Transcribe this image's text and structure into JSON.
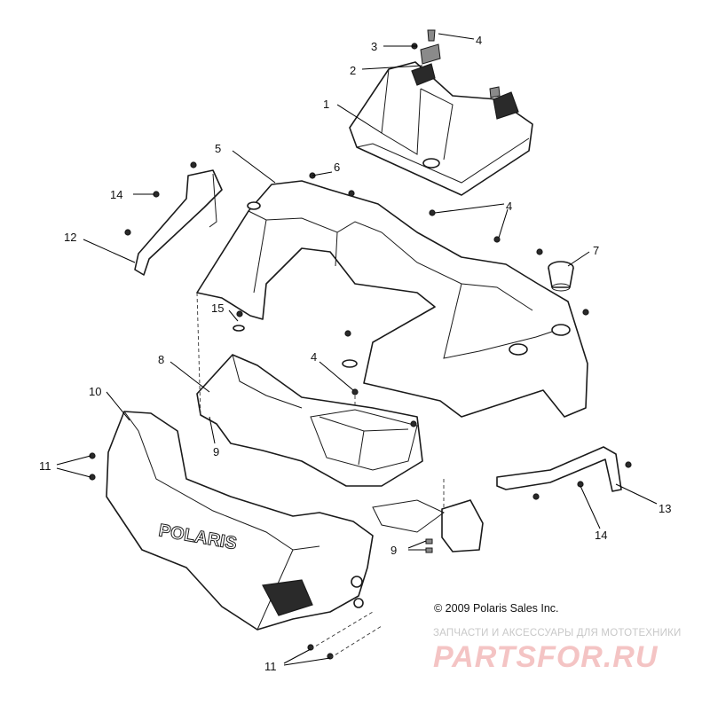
{
  "callouts": {
    "c1": "1",
    "c2": "2",
    "c3": "3",
    "c4a": "4",
    "c4b": "4",
    "c4c": "4",
    "c5": "5",
    "c6": "6",
    "c7": "7",
    "c8": "8",
    "c9a": "9",
    "c9b": "9",
    "c10": "10",
    "c11a": "11",
    "c11b": "11",
    "c12": "12",
    "c13": "13",
    "c14a": "14",
    "c14b": "14",
    "c15": "15"
  },
  "copyright": "© 2009 Polaris Sales Inc.",
  "watermark": {
    "tagline": "ЗАПЧАСТИ И АКСЕССУАРЫ ДЛЯ МОТОТЕХНИКИ",
    "logo": "PARTSFOR.RU"
  },
  "colors": {
    "line": "#1a1a1a",
    "watermark_logo": "#f4c4c4",
    "watermark_text": "#c8c8c8"
  }
}
